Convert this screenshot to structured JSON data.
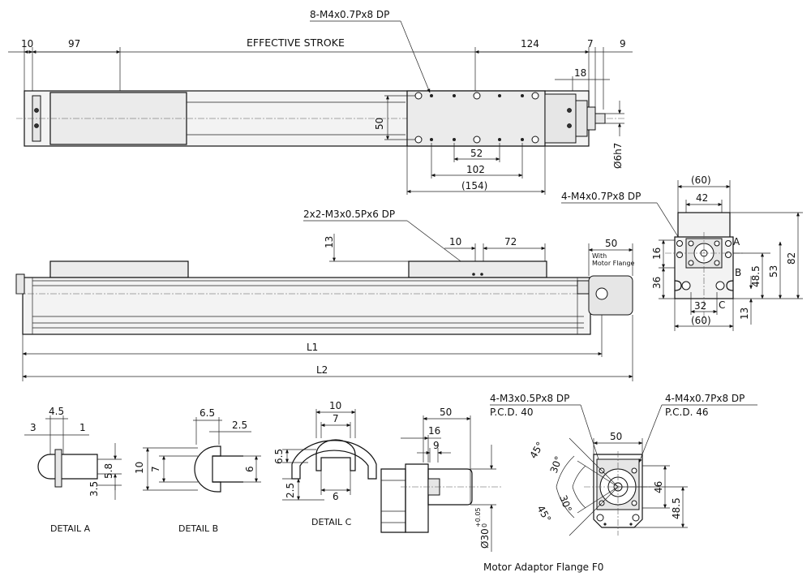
{
  "top_view": {
    "callout_holes": "8-M4x0.7Px8 DP",
    "dim_left_a": "10",
    "dim_left_b": "97",
    "dim_stroke": "EFFECTIVE STROKE",
    "dim_right_a": "124",
    "dim_right_b": "7",
    "dim_right_c": "9",
    "dim_right_d": "18",
    "dim_carriage_h": "50",
    "dim_52": "52",
    "dim_102": "102",
    "dim_154": "(154)",
    "dim_shaft": "Ø6h7"
  },
  "side_view": {
    "callout_holes": "2x2-M3x0.5Px6 DP",
    "dim_13": "13",
    "dim_10": "10",
    "dim_72": "72",
    "dim_50": "50",
    "note_flange": [
      "With",
      "Motor Flange"
    ],
    "dim_L1": "L1",
    "dim_L2": "L2"
  },
  "end_view": {
    "callout_holes": "4-M4x0.7Px8 DP",
    "dim_60_top": "(60)",
    "dim_42": "42",
    "dim_16": "16",
    "dim_36": "36",
    "dim_48_5": "48.5",
    "dim_53": "53",
    "dim_82": "82",
    "dim_32": "32",
    "dim_60_bottom": "(60)",
    "dim_13": "13",
    "label_a": "A",
    "label_b": "B",
    "label_c": "C"
  },
  "detail_a": {
    "title": "DETAIL A",
    "dim_4_5": "4.5",
    "dim_3": "3",
    "dim_1": "1",
    "dim_5_8": "5.8",
    "dim_3_5": "3.5"
  },
  "detail_b": {
    "title": "DETAIL B",
    "dim_6_5": "6.5",
    "dim_2_5": "2.5",
    "dim_10": "10",
    "dim_7": "7",
    "dim_6": "6"
  },
  "detail_c": {
    "title": "DETAIL C",
    "dim_10": "10",
    "dim_7": "7",
    "dim_6_5": "6.5",
    "dim_2_5": "2.5",
    "dim_6": "6"
  },
  "flange_side": {
    "dim_50": "50",
    "dim_16": "16",
    "dim_9": "9",
    "dim_dia": "Ø30",
    "tol_upper": "+0.05",
    "tol_lower": "0"
  },
  "flange_front": {
    "callout_left_1": "4-M3x0.5Px8 DP",
    "callout_left_2": "P.C.D. 40",
    "callout_right_1": "4-M4x0.7Px8 DP",
    "callout_right_2": "P.C.D. 46",
    "dim_50": "50",
    "dim_45_a": "45°",
    "dim_30_a": "30°",
    "dim_30_b": "30°",
    "dim_45_b": "45°",
    "dim_46": "46",
    "dim_48_5": "48.5",
    "title": "Motor Adaptor Flange F0"
  }
}
